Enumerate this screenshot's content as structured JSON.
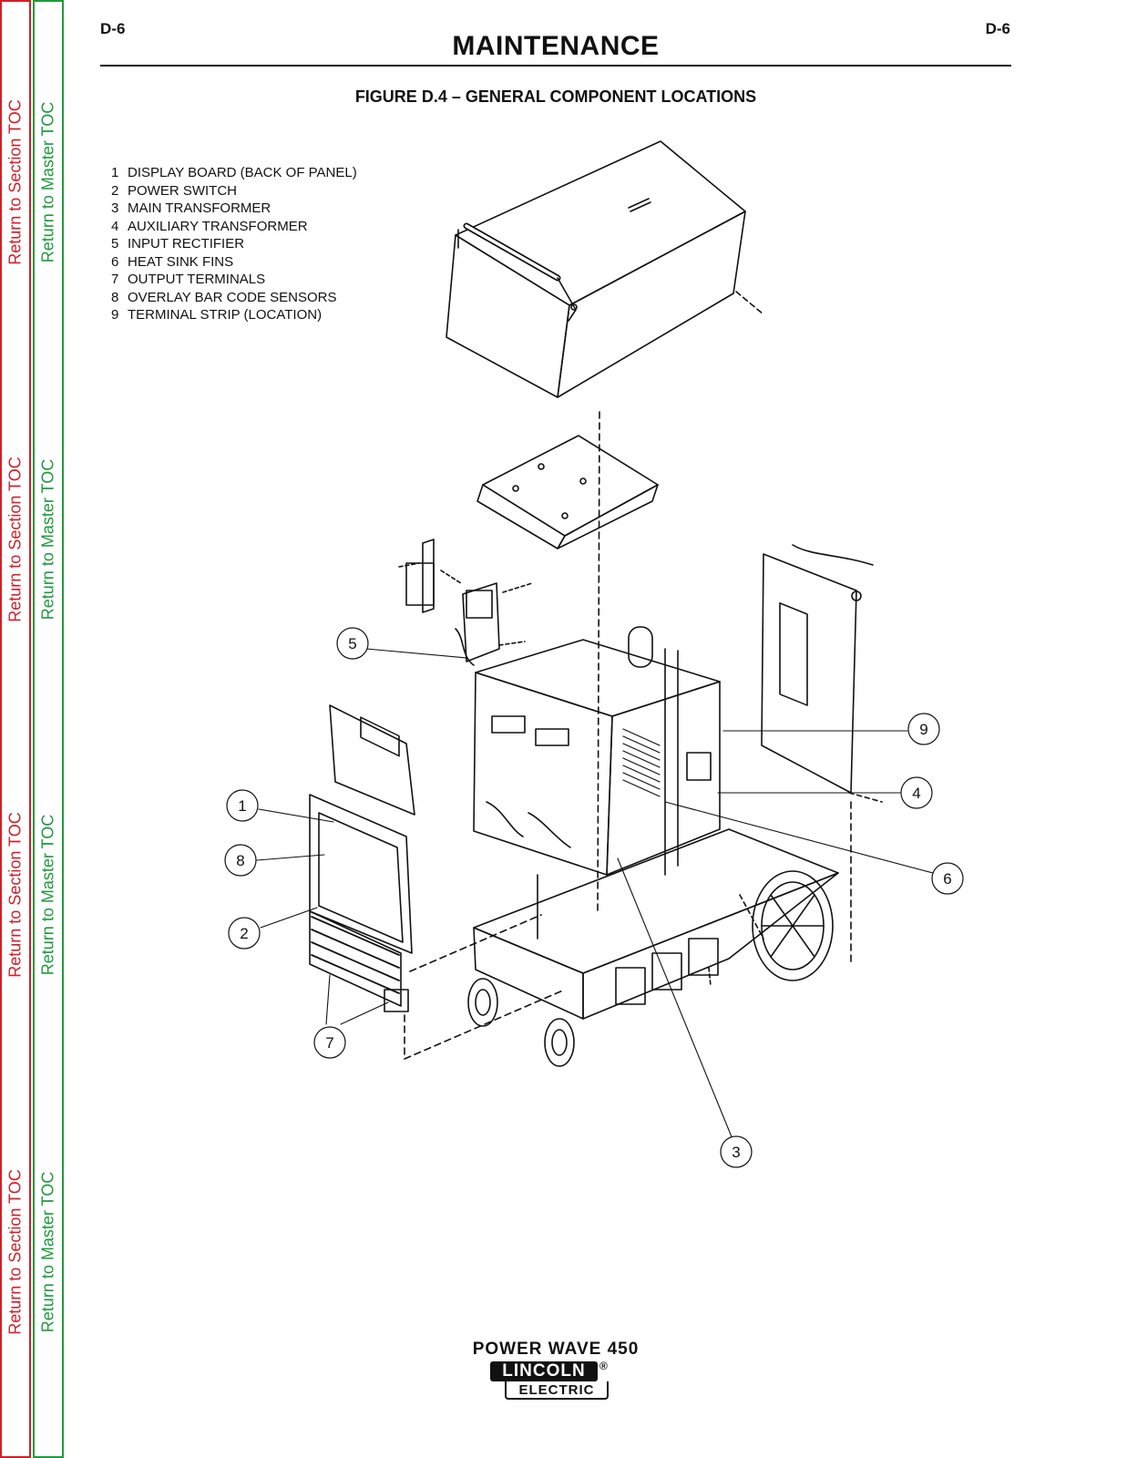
{
  "sidebar": {
    "section_toc_label": "Return to Section TOC",
    "master_toc_label": "Return to Master TOC",
    "colors": {
      "section": "#d0202a",
      "master": "#1e9a3d"
    }
  },
  "header": {
    "page_left": "D-6",
    "page_right": "D-6",
    "title": "MAINTENANCE"
  },
  "figure": {
    "title": "FIGURE D.4 – GENERAL COMPONENT LOCATIONS",
    "legend": [
      {
        "num": "1",
        "label": "DISPLAY BOARD (BACK OF PANEL)"
      },
      {
        "num": "2",
        "label": "POWER SWITCH"
      },
      {
        "num": "3",
        "label": "MAIN TRANSFORMER"
      },
      {
        "num": "4",
        "label": "AUXILIARY TRANSFORMER"
      },
      {
        "num": "5",
        "label": "INPUT RECTIFIER"
      },
      {
        "num": "6",
        "label": "HEAT SINK FINS"
      },
      {
        "num": "7",
        "label": "OUTPUT TERMINALS"
      },
      {
        "num": "8",
        "label": "OVERLAY BAR CODE SENSORS"
      },
      {
        "num": "9",
        "label": "TERMINAL STRIP (LOCATION)"
      }
    ],
    "callouts": [
      "1",
      "2",
      "3",
      "4",
      "5",
      "6",
      "7",
      "8",
      "9"
    ]
  },
  "footer": {
    "model": "POWER WAVE 450",
    "logo_top": "LINCOLN",
    "logo_reg": "®",
    "logo_bottom": "ELECTRIC"
  }
}
